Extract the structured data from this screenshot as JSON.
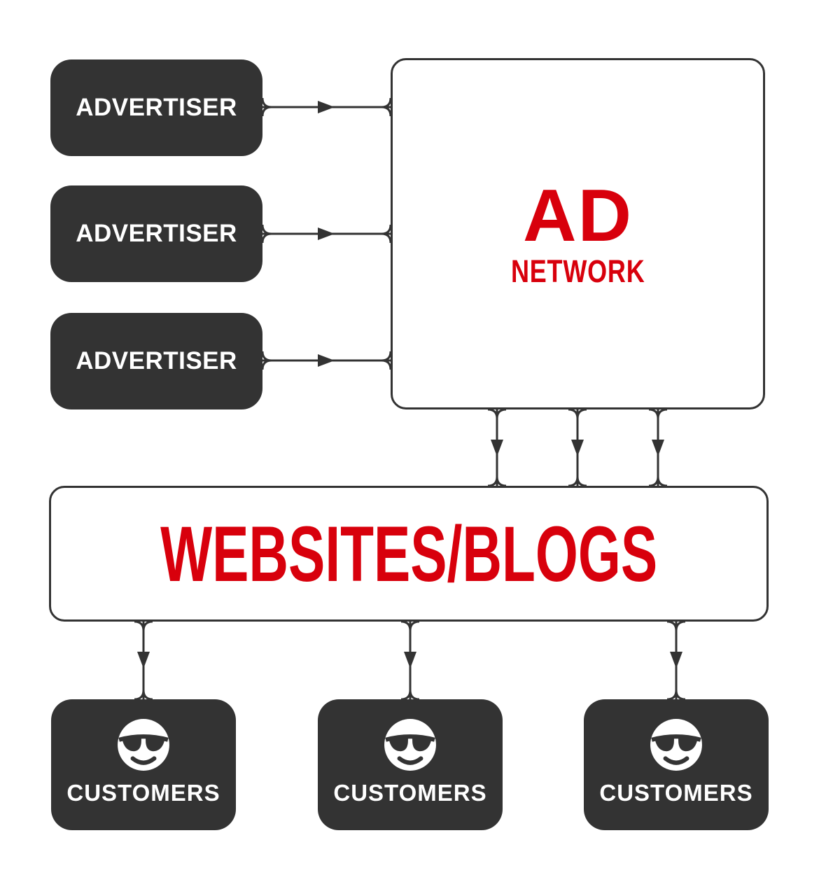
{
  "palette": {
    "background": "#ffffff",
    "node_dark": "#333333",
    "line_dark": "#333333",
    "accent_red": "#d8000c",
    "text_light": "#ffffff"
  },
  "nodes": {
    "advertisers": [
      {
        "label": "ADVERTISER"
      },
      {
        "label": "ADVERTISER"
      },
      {
        "label": "ADVERTISER"
      }
    ],
    "ad_network": {
      "title": "AD",
      "subtitle": "NETWORK"
    },
    "websites": {
      "title": "WEBSITES/BLOGS"
    },
    "customers": [
      {
        "label": "CUSTOMERS",
        "icon": "sunglasses-face-icon"
      },
      {
        "label": "CUSTOMERS",
        "icon": "sunglasses-face-icon"
      },
      {
        "label": "CUSTOMERS",
        "icon": "sunglasses-face-icon"
      }
    ]
  },
  "edges": [
    {
      "from": "advertiser-1",
      "to": "ad-network",
      "direction": "right"
    },
    {
      "from": "advertiser-2",
      "to": "ad-network",
      "direction": "right"
    },
    {
      "from": "advertiser-3",
      "to": "ad-network",
      "direction": "right"
    },
    {
      "from": "ad-network",
      "to": "websites-blogs",
      "direction": "down"
    },
    {
      "from": "ad-network",
      "to": "websites-blogs",
      "direction": "down"
    },
    {
      "from": "ad-network",
      "to": "websites-blogs",
      "direction": "down"
    },
    {
      "from": "websites-blogs",
      "to": "customers-1",
      "direction": "down"
    },
    {
      "from": "websites-blogs",
      "to": "customers-2",
      "direction": "down"
    },
    {
      "from": "websites-blogs",
      "to": "customers-3",
      "direction": "down"
    }
  ]
}
